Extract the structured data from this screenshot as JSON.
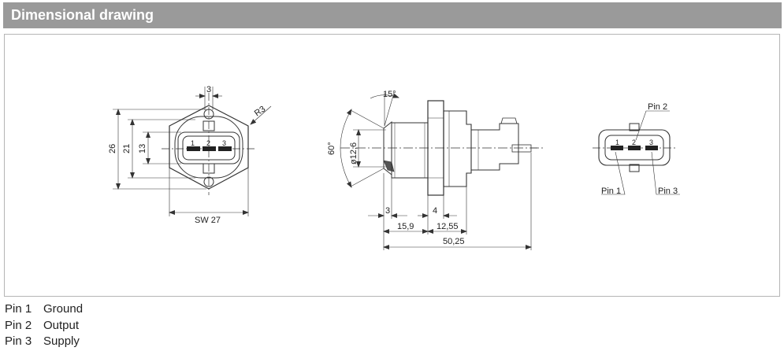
{
  "header": {
    "title": "Dimensional drawing"
  },
  "drawing": {
    "front_view": {
      "dim_3": "3",
      "dim_26": "26",
      "dim_21": "21",
      "dim_13": "13",
      "dim_sw": "SW 27",
      "dim_r3": "R3",
      "pin_numbers": [
        "1",
        "2",
        "3"
      ]
    },
    "side_view": {
      "angle_15": "15°",
      "angle_60": "60°",
      "dia": "ø12,6",
      "dim_3": "3",
      "dim_4": "4",
      "dim_15_9": "15,9",
      "dim_12_55": "12,55",
      "dim_50_25": "50,25"
    },
    "connector_view": {
      "pin1": "Pin 1",
      "pin2": "Pin 2",
      "pin3": "Pin 3",
      "pin_numbers": [
        "1",
        "2",
        "3"
      ]
    }
  },
  "legend": [
    {
      "pin": "Pin 1",
      "function": "Ground"
    },
    {
      "pin": "Pin 2",
      "function": "Output"
    },
    {
      "pin": "Pin 3",
      "function": "Supply"
    }
  ]
}
